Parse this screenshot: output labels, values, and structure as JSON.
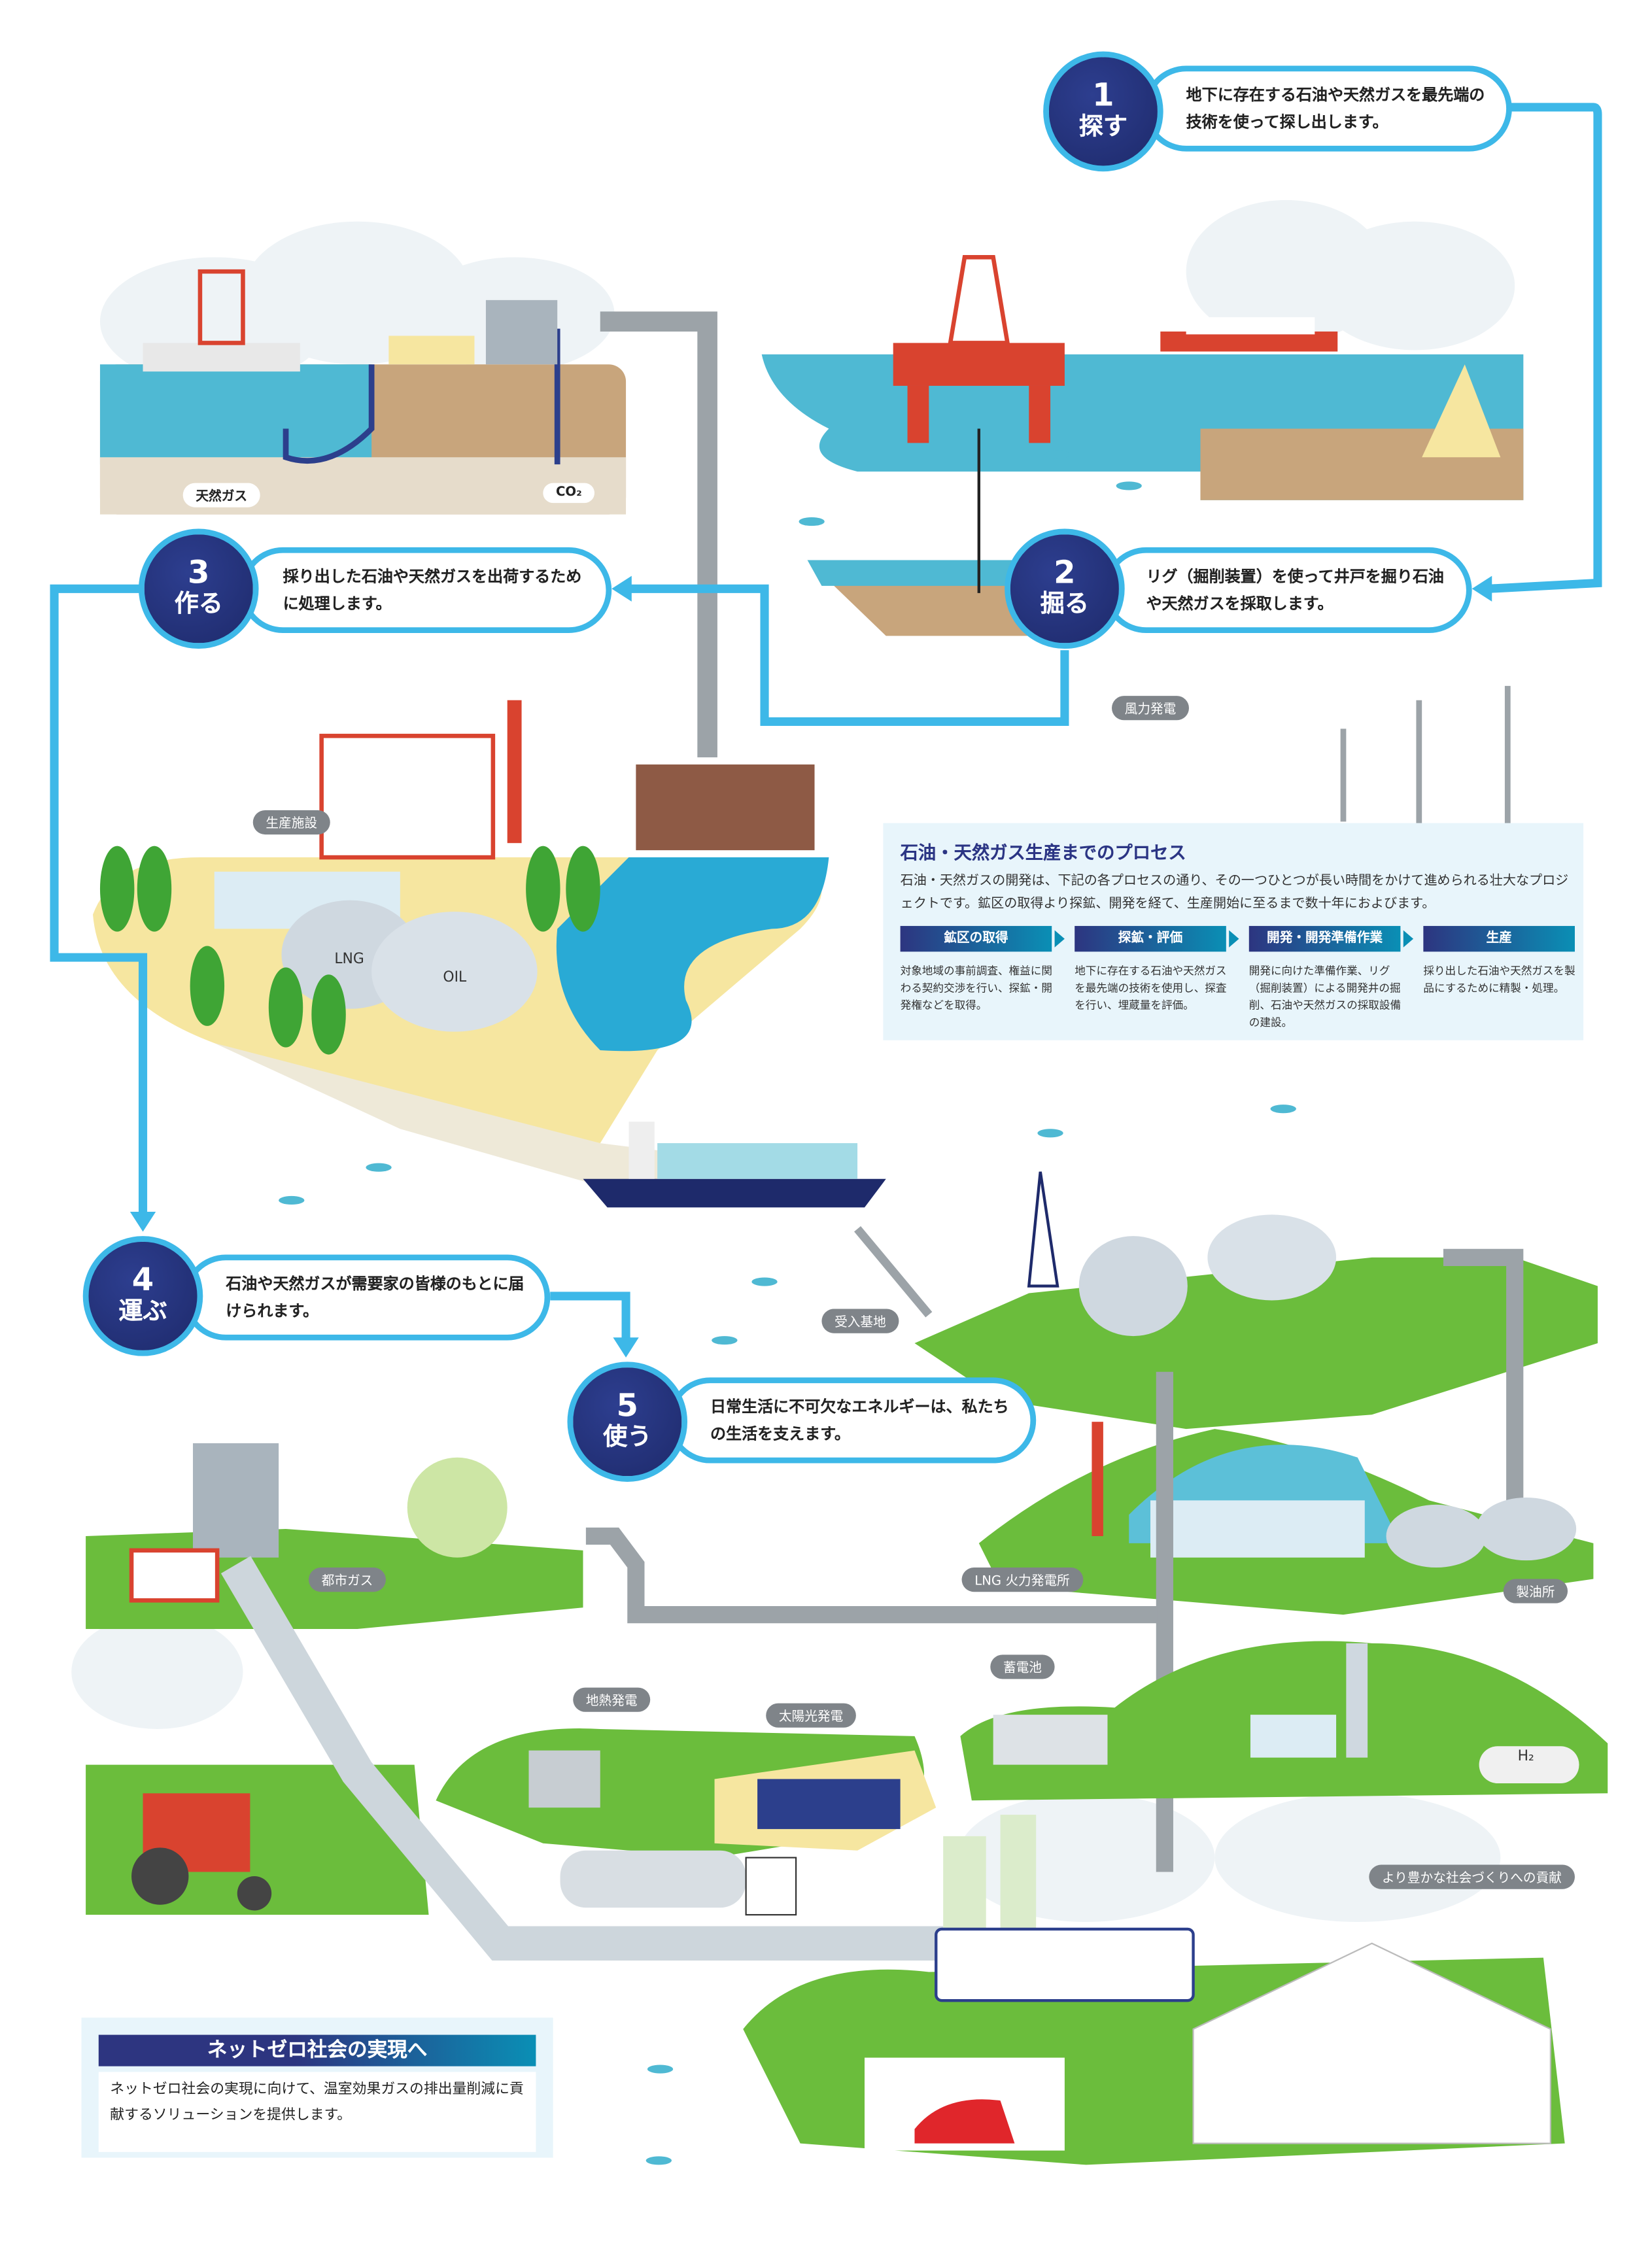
{
  "steps": [
    {
      "num": "1",
      "verb": "探す",
      "text": "地下に存在する石油や天然ガスを最先端の技術を使って探し出します。"
    },
    {
      "num": "2",
      "verb": "掘る",
      "text": "リグ（掘削装置）を使って井戸を掘り石油や天然ガスを採取します。"
    },
    {
      "num": "3",
      "verb": "作る",
      "text": "採り出した石油や天然ガスを出荷するために処理します。"
    },
    {
      "num": "4",
      "verb": "運ぶ",
      "text": "石油や天然ガスが需要家の皆様のもとに届けられます。"
    },
    {
      "num": "5",
      "verb": "使う",
      "text": "日常生活に不可欠なエネルギーは、私たちの生活を支えます。"
    }
  ],
  "labels": {
    "natural_gas": "天然ガス",
    "co2": "CO₂",
    "wind": "風力発電",
    "production_facility": "生産施設",
    "lng_tank": "LNG",
    "oil_tank": "OIL",
    "receiving_terminal": "受入基地",
    "city_gas": "都市ガス",
    "lng_power": "LNG 火力発電所",
    "refinery": "製油所",
    "battery": "蓄電池",
    "geothermal": "地熱発電",
    "solar": "太陽光発電",
    "h2": "H₂",
    "society": "より豊かな社会づくりへの貢献"
  },
  "process": {
    "title": "石油・天然ガス生産までのプロセス",
    "body": "石油・天然ガスの開発は、下記の各プロセスの通り、その一つひとつが長い時間をかけて進められる壮大なプロジェクトです。鉱区の取得より探鉱、開発を経て、生産開始に至るまで数十年におよびます。",
    "stages": [
      {
        "label": "鉱区の取得",
        "desc": "対象地域の事前調査、権益に関わる契約交渉を行い、探鉱・開発権などを取得。"
      },
      {
        "label": "探鉱・評価",
        "desc": "地下に存在する石油や天然ガスを最先端の技術を使用し、探査を行い、埋蔵量を評価。"
      },
      {
        "label": "開発・開発準備作業",
        "desc": "開発に向けた準備作業、リグ（掘削装置）による開発井の掘削、石油や天然ガスの採取設備の建設。"
      },
      {
        "label": "生産",
        "desc": "採り出した石油や天然ガスを製品にするために精製・処理。"
      }
    ]
  },
  "netzero": {
    "title": "ネットゼロ社会の実現へ",
    "text": "ネットゼロ社会の実現に向けて、温室効果ガスの排出量削減に貢献するソリューションを提供します。"
  },
  "colors": {
    "path": "#3db8e8",
    "navy": "#2d3580",
    "sea": "#4fb9d3",
    "grass": "#5cb531"
  }
}
